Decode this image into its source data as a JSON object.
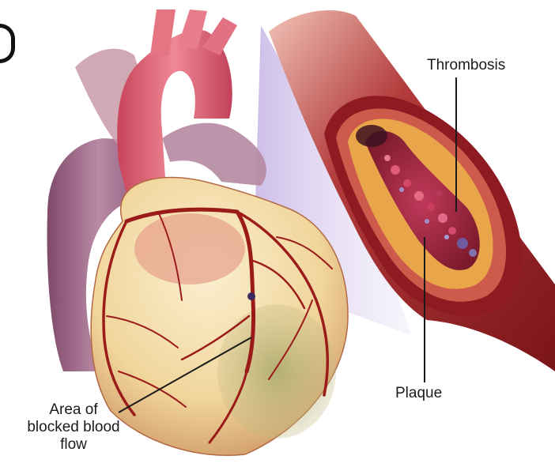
{
  "labels": {
    "thrombosis": "Thrombosis",
    "plaque": "Plaque",
    "area_line1": "Area of",
    "area_line2": "blocked blood",
    "area_line3": "flow"
  },
  "colors": {
    "artery_wall": "#8e1a22",
    "artery_inner": "#c43a3a",
    "plaque": "#e8a54a",
    "heart_surface": "#f1d9a5",
    "coronary_vessel": "#9b1b1b",
    "aorta": "#e46a78",
    "vein_purple": "#a06a8f",
    "zoom_cone": "#d9cdee"
  }
}
